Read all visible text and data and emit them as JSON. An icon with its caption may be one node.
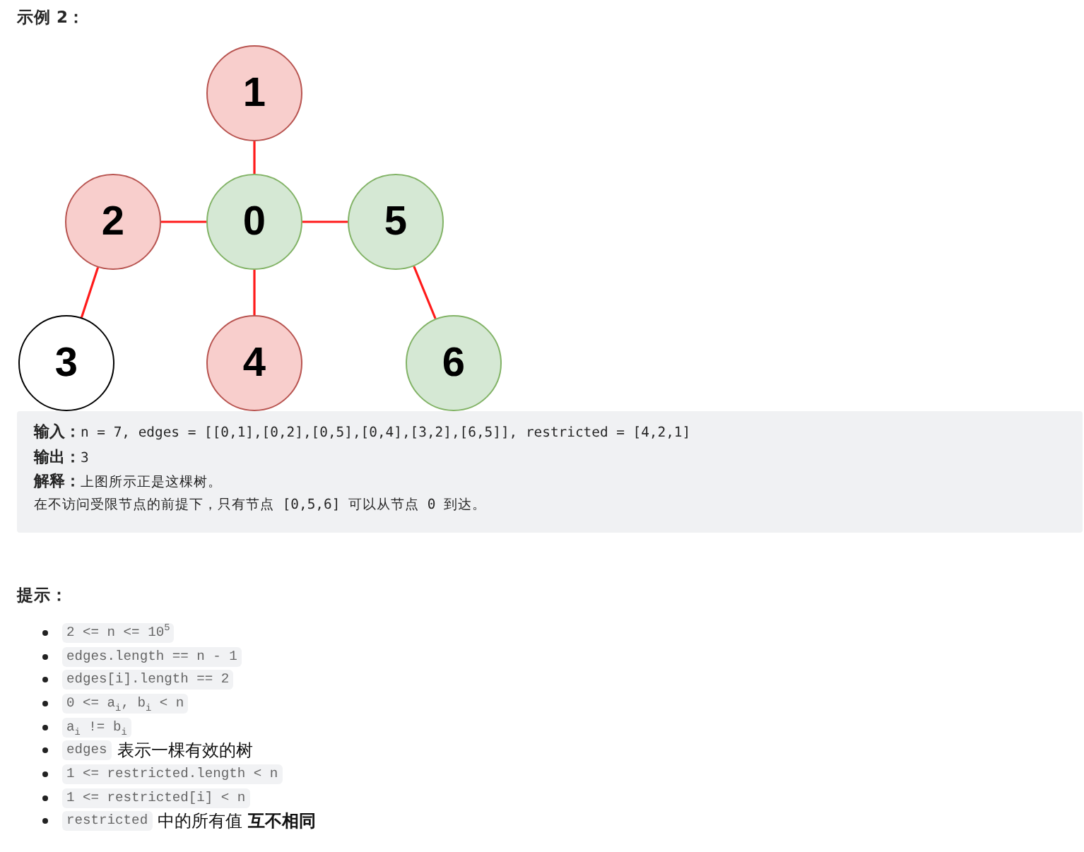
{
  "diagram": {
    "title": "示例 2：",
    "nodes": [
      {
        "text": [
          "1"
        ]
      },
      {
        "text": [
          "2"
        ]
      },
      {
        "text": [
          "0"
        ]
      },
      {
        "text": [
          "5"
        ]
      },
      {
        "text": [
          "3"
        ]
      },
      {
        "text": [
          "4"
        ]
      },
      {
        "text": [
          "6"
        ]
      }
    ],
    "edges": [
      {
        "from": 2,
        "to": 0,
        "arrow": "none"
      },
      {
        "from": 1,
        "to": 2,
        "arrow": "none"
      },
      {
        "from": 2,
        "to": 3,
        "arrow": "none"
      },
      {
        "from": 1,
        "to": 4,
        "arrow": "none"
      },
      {
        "from": 2,
        "to": 5,
        "arrow": "none"
      },
      {
        "from": 3,
        "to": 6,
        "arrow": "none"
      }
    ],
    "labels": [
      "**输入：**n = 7, edges = [[0,1],[0,2],[0,5],[0,4],[3,2],[6,5]], restricted = [4,2,1]",
      "**输出：**3",
      "**解释：**上图所示正是这棵树。",
      "在不访问受限节点的前提下，只有节点 [0,5,6] 可以从节点 0 到达。",
      "提示：",
      "2 <= n <= 10$^{5}$",
      "edges.length == n - 1",
      "edges[i].length == 2",
      "0 <= a$_{i}$, b$_{i}$ < n",
      "a$_{i}$ != b$_{i}$",
      "edges",
      "表示一棵有效的树",
      "1 <= restricted.length < n",
      "1 <= restricted[i] < n",
      "restricted",
      "中的所有值 **互不相同**"
    ]
  }
}
